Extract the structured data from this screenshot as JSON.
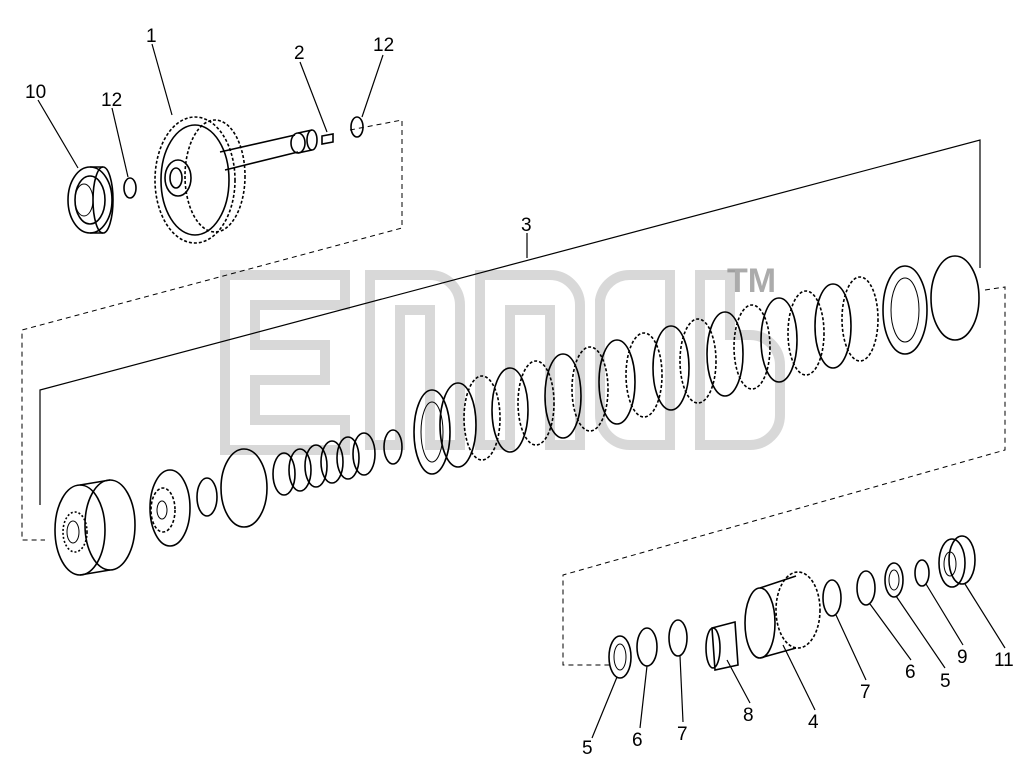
{
  "watermark": {
    "mark": "TM"
  },
  "callouts": [
    {
      "id": "c-1",
      "text": "1"
    },
    {
      "id": "c-2",
      "text": "2"
    },
    {
      "id": "c-12a",
      "text": "12"
    },
    {
      "id": "c-10",
      "text": "10"
    },
    {
      "id": "c-12b",
      "text": "12"
    },
    {
      "id": "c-3",
      "text": "3"
    },
    {
      "id": "c-5a",
      "text": "5"
    },
    {
      "id": "c-6a",
      "text": "6"
    },
    {
      "id": "c-7a",
      "text": "7"
    },
    {
      "id": "c-8",
      "text": "8"
    },
    {
      "id": "c-4",
      "text": "4"
    },
    {
      "id": "c-7b",
      "text": "7"
    },
    {
      "id": "c-6b",
      "text": "6"
    },
    {
      "id": "c-5b",
      "text": "5"
    },
    {
      "id": "c-9",
      "text": "9"
    },
    {
      "id": "c-11",
      "text": "11"
    }
  ]
}
